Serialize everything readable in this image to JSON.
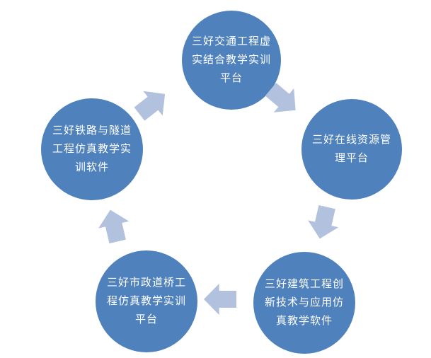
{
  "diagram": {
    "kind": "cycle",
    "direction": "clockwise",
    "colors": {
      "background": "#ffffff",
      "node": "#4f81bd",
      "arrow": "#b1c1de",
      "text": "#ffffff"
    },
    "nodes": [
      {
        "position": "top",
        "label": "三好交通工程虚\n实结合教学实训\n平台"
      },
      {
        "position": "right",
        "label": "三好在线资源管\n理平台"
      },
      {
        "position": "bottom-right",
        "label": "三好建筑工程创\n新技术与应用仿\n真教学软件"
      },
      {
        "position": "bottom-left",
        "label": "三好市政道桥工\n程仿真教学实训\n平台"
      },
      {
        "position": "left",
        "label": "三好铁路与隧道\n工程仿真教学实\n训软件"
      }
    ],
    "arrows": [
      {
        "from": "top",
        "to": "right"
      },
      {
        "from": "right",
        "to": "bottom-right"
      },
      {
        "from": "bottom-right",
        "to": "bottom-left"
      },
      {
        "from": "bottom-left",
        "to": "left"
      },
      {
        "from": "left",
        "to": "top"
      }
    ]
  }
}
